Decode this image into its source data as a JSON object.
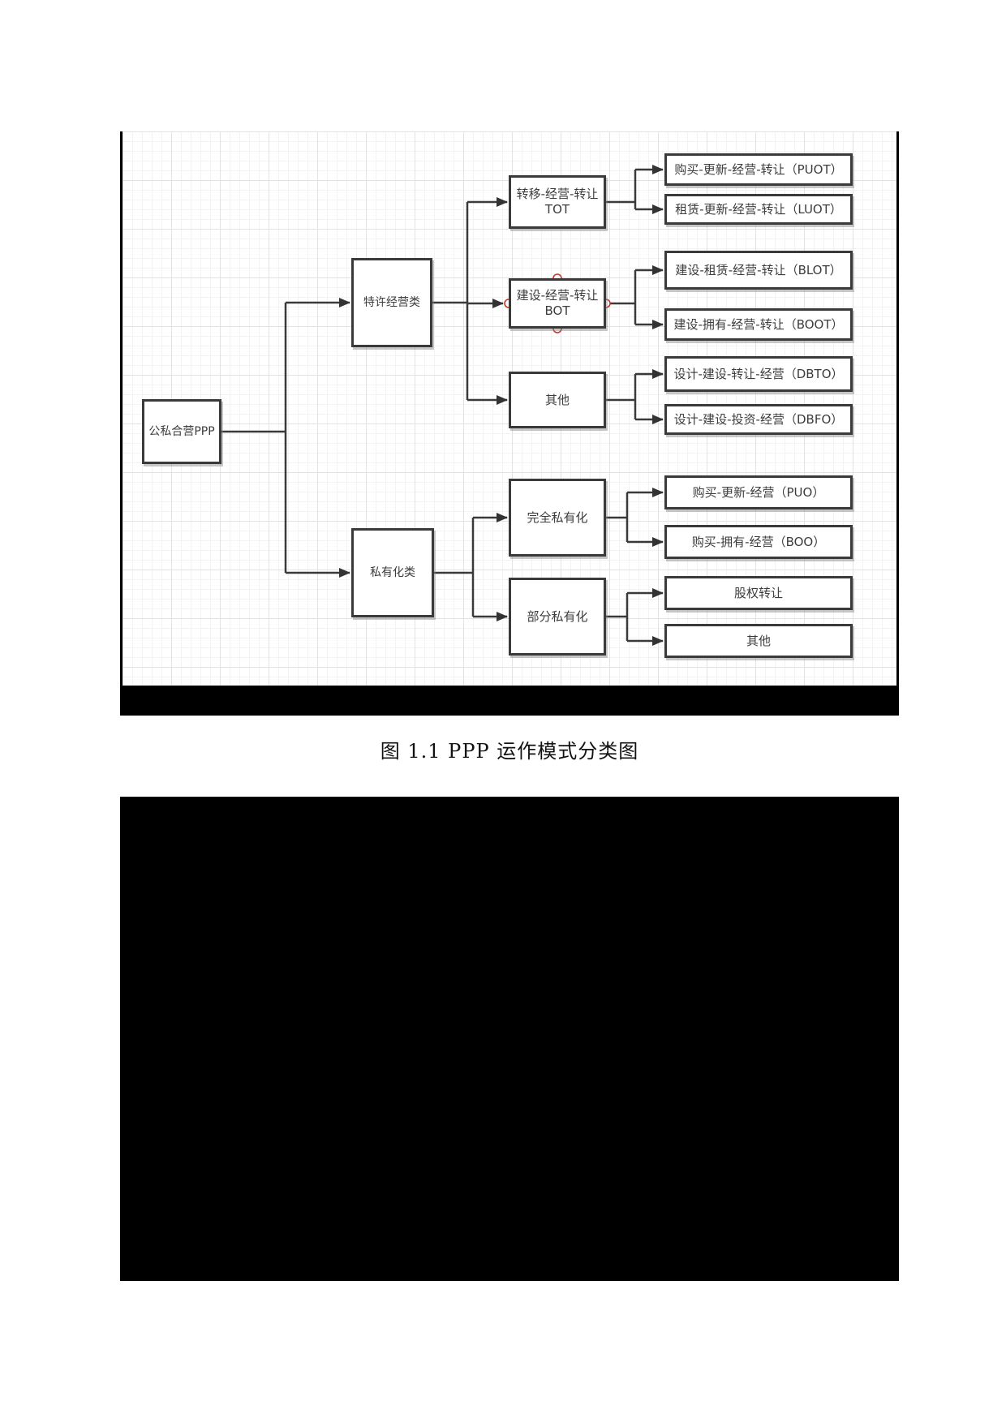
{
  "page": {
    "caption": "图 1.1 PPP 运作模式分类图"
  },
  "diagram": {
    "type": "flowchart",
    "colors": {
      "node_border": "#3a3a3a",
      "connector": "#3a3a3a",
      "handle_stroke": "#c0392b",
      "grid_minor": "#f3f3f3",
      "grid_major": "#e3e3e3"
    },
    "nodes": {
      "root": {
        "label": "公私合营PPP"
      },
      "franchise": {
        "label": "特许经营类"
      },
      "privatization": {
        "label": "私有化类"
      },
      "tot": {
        "line1": "转移-经营-转让",
        "line2": "TOT"
      },
      "bot": {
        "line1": "建设-经营-转让",
        "line2": "BOT"
      },
      "other1": {
        "label": "其他"
      },
      "full_privatization": {
        "label": "完全私有化"
      },
      "partial_privatization": {
        "label": "部分私有化"
      },
      "puot": {
        "label": "购买-更新-经营-转让（PUOT）"
      },
      "luot": {
        "label": "租赁-更新-经营-转让（LUOT）"
      },
      "blot": {
        "label": "建设-租赁-经营-转让（BLOT）"
      },
      "boot": {
        "label": "建设-拥有-经营-转让（BOOT）"
      },
      "dbto": {
        "label": "设计-建设-转让-经营（DBTO）"
      },
      "dbfo": {
        "label": "设计-建设-投资-经营（DBFO）"
      },
      "puo": {
        "label": "购买-更新-经营（PUO）"
      },
      "boo": {
        "label": "购买-拥有-经营（BOO）"
      },
      "equity_transfer": {
        "label": "股权转让"
      },
      "other2": {
        "label": "其他"
      }
    },
    "edges": [
      [
        "root",
        "franchise"
      ],
      [
        "root",
        "privatization"
      ],
      [
        "franchise",
        "tot"
      ],
      [
        "franchise",
        "bot"
      ],
      [
        "franchise",
        "other1"
      ],
      [
        "tot",
        "puot"
      ],
      [
        "tot",
        "luot"
      ],
      [
        "bot",
        "blot"
      ],
      [
        "bot",
        "boot"
      ],
      [
        "other1",
        "dbto"
      ],
      [
        "other1",
        "dbfo"
      ],
      [
        "privatization",
        "full_privatization"
      ],
      [
        "privatization",
        "partial_privatization"
      ],
      [
        "full_privatization",
        "puo"
      ],
      [
        "full_privatization",
        "boo"
      ],
      [
        "partial_privatization",
        "equity_transfer"
      ],
      [
        "partial_privatization",
        "other2"
      ]
    ]
  }
}
